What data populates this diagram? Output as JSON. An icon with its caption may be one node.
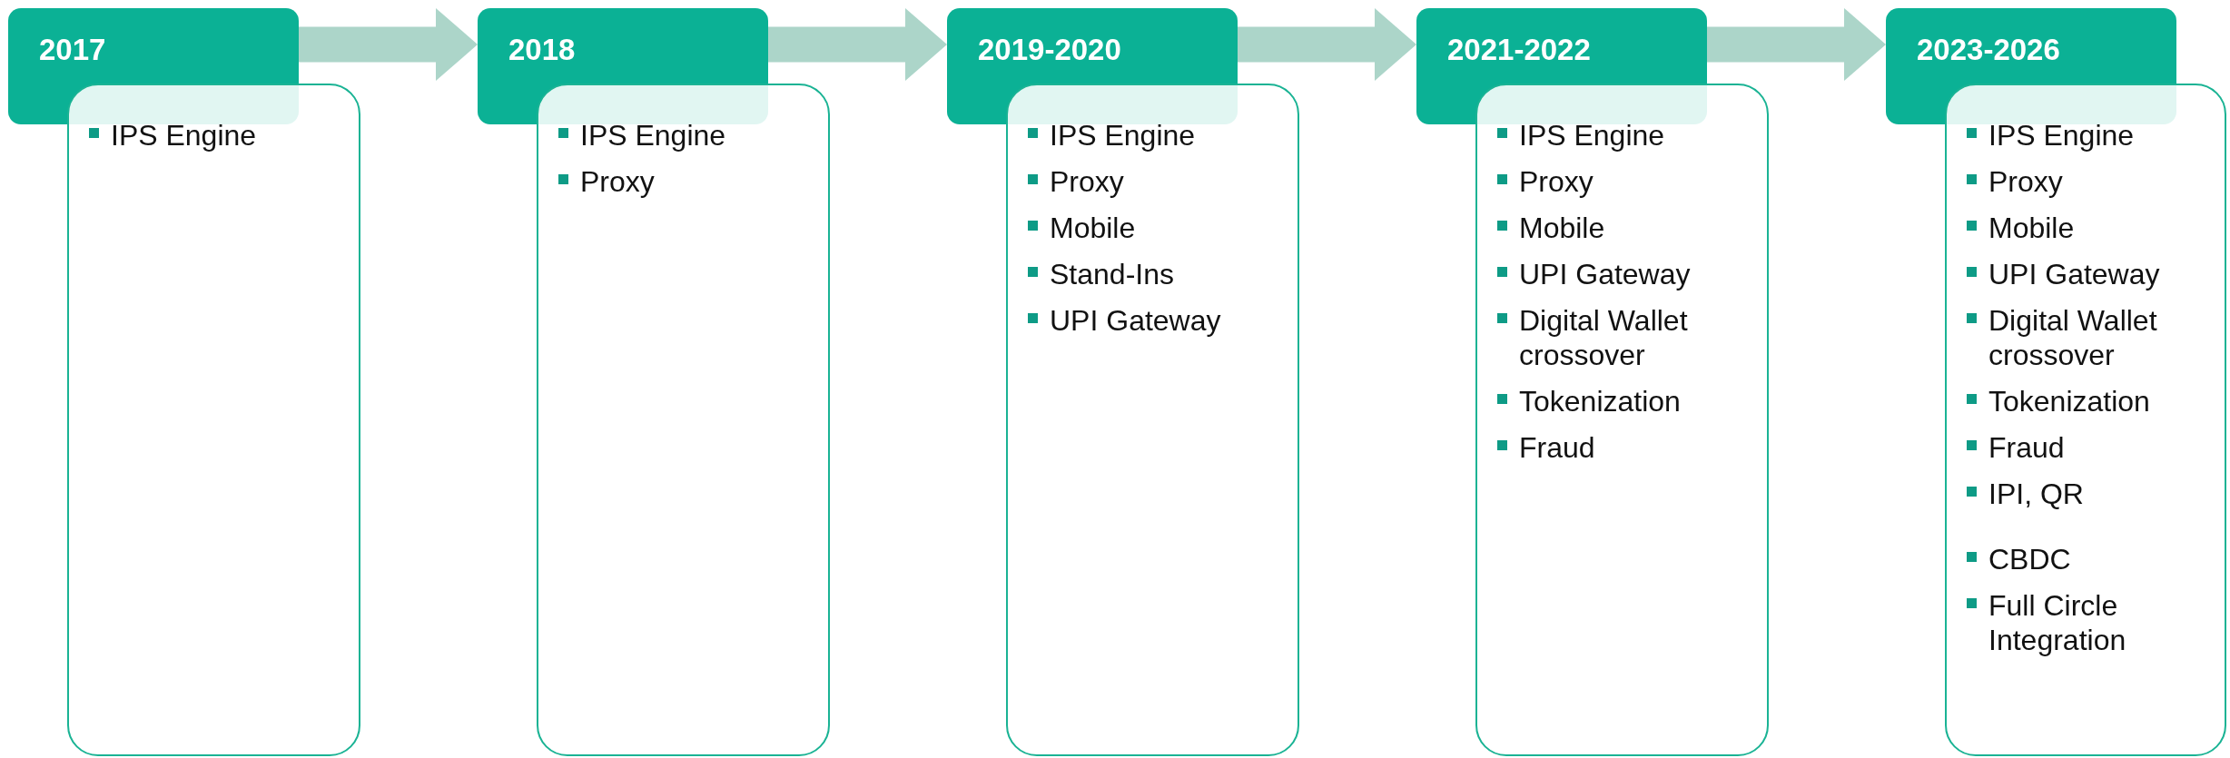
{
  "diagram": {
    "nodes": [
      {
        "text": [
          "2017"
        ]
      },
      {
        "text": [
          "IPS Engine"
        ]
      },
      {
        "text": [
          "2018"
        ]
      },
      {
        "text": [
          "IPS Engine",
          "Proxy"
        ]
      },
      {
        "text": [
          "2019-2020"
        ]
      },
      {
        "text": [
          "IPS Engine",
          "Proxy",
          "Mobile",
          "Stand-Ins",
          "UPI Gateway"
        ]
      },
      {
        "text": [
          "2021-2022"
        ]
      },
      {
        "text": [
          "IPS Engine",
          "Proxy",
          "Mobile",
          "UPI Gateway",
          "Digital Wallet crossover",
          "Tokenization",
          "Fraud"
        ]
      },
      {
        "text": [
          "2023-2026"
        ]
      },
      {
        "text": [
          "IPS Engine",
          "Proxy",
          "Mobile",
          "UPI Gateway",
          "Digital Wallet crossover",
          "Tokenization",
          "Fraud",
          "IPI, QR",
          "CBDC",
          "Full Circle Integration"
        ]
      }
    ],
    "edges": [
      {
        "from": 0,
        "to": 2,
        "arrow": "to"
      },
      {
        "from": 2,
        "to": 4,
        "arrow": "to"
      },
      {
        "from": 4,
        "to": 6,
        "arrow": "to"
      },
      {
        "from": 6,
        "to": 8,
        "arrow": "to"
      }
    ]
  }
}
